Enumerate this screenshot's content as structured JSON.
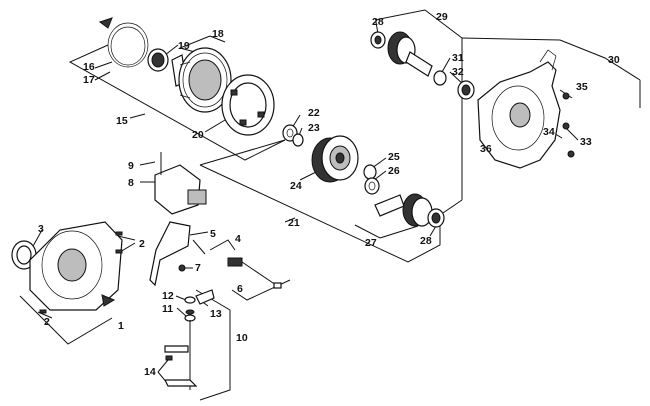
{
  "callouts": [
    {
      "id": "c1",
      "text": "1"
    },
    {
      "id": "c2a",
      "text": "2"
    },
    {
      "id": "c2b",
      "text": "2"
    },
    {
      "id": "c3",
      "text": "3"
    },
    {
      "id": "c4",
      "text": "4"
    },
    {
      "id": "c5",
      "text": "5"
    },
    {
      "id": "c6",
      "text": "6"
    },
    {
      "id": "c7",
      "text": "7"
    },
    {
      "id": "c8",
      "text": "8"
    },
    {
      "id": "c9",
      "text": "9"
    },
    {
      "id": "c10",
      "text": "10"
    },
    {
      "id": "c11",
      "text": "11"
    },
    {
      "id": "c12",
      "text": "12"
    },
    {
      "id": "c13",
      "text": "13"
    },
    {
      "id": "c14",
      "text": "14"
    },
    {
      "id": "c15",
      "text": "15"
    },
    {
      "id": "c16",
      "text": "16"
    },
    {
      "id": "c17",
      "text": "17"
    },
    {
      "id": "c18",
      "text": "18"
    },
    {
      "id": "c19",
      "text": "19"
    },
    {
      "id": "c20",
      "text": "20"
    },
    {
      "id": "c21",
      "text": "21"
    },
    {
      "id": "c22",
      "text": "22"
    },
    {
      "id": "c23",
      "text": "23"
    },
    {
      "id": "c24",
      "text": "24"
    },
    {
      "id": "c25",
      "text": "25"
    },
    {
      "id": "c26",
      "text": "26"
    },
    {
      "id": "c27",
      "text": "27"
    },
    {
      "id": "c28a",
      "text": "28"
    },
    {
      "id": "c28b",
      "text": "28"
    },
    {
      "id": "c29",
      "text": "29"
    },
    {
      "id": "c30",
      "text": "30"
    },
    {
      "id": "c31",
      "text": "31"
    },
    {
      "id": "c32",
      "text": "32"
    },
    {
      "id": "c33",
      "text": "33"
    },
    {
      "id": "c34",
      "text": "34"
    },
    {
      "id": "c35",
      "text": "35"
    },
    {
      "id": "c36",
      "text": "36"
    }
  ]
}
